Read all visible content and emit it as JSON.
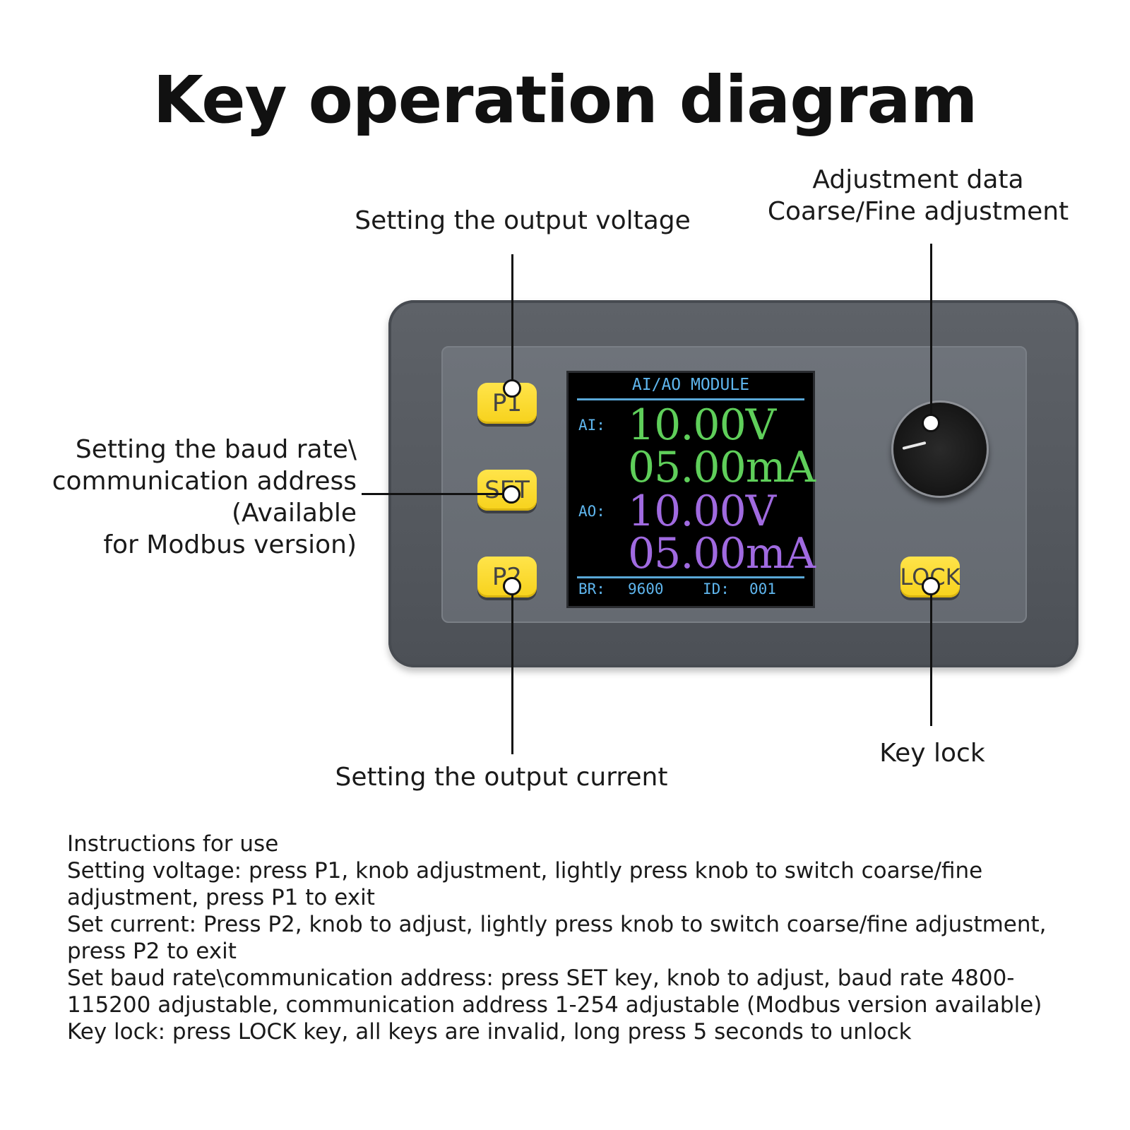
{
  "title": "Key operation diagram",
  "callouts": {
    "voltage": "Setting the output voltage",
    "knob_line1": "Adjustment data",
    "knob_line2": "Coarse/Fine adjustment",
    "set_line1": "Setting the baud rate\\",
    "set_line2": "communication address",
    "set_line3": "(Available",
    "set_line4": "for Modbus version)",
    "current": "Setting the output current",
    "lock": "Key lock"
  },
  "device": {
    "keys": {
      "p1": "P1",
      "set": "SET",
      "p2": "P2",
      "lock": "LOCK"
    },
    "screen": {
      "header": "AI/AO MODULE",
      "ai_label": "AI:",
      "ai_voltage": "10.00V",
      "ai_current": "05.00mA",
      "ao_label": "AO:",
      "ao_voltage": "10.00V",
      "ao_current": "05.00mA",
      "br_label": "BR:",
      "br_value": "9600",
      "id_label": "ID:",
      "id_value": "001"
    }
  },
  "instructions": {
    "heading": "Instructions for use",
    "voltage": "Setting voltage: press P1, knob adjustment, lightly press knob to switch coarse/fine adjustment, press P1 to exit",
    "current": "Set current: Press P2, knob to adjust, lightly press knob to switch coarse/fine adjustment, press P2 to exit",
    "baud": "Set baud rate\\communication address: press SET key, knob to adjust, baud rate 4800-115200 adjustable, communication address 1-254 adjustable (Modbus version available)",
    "lock": "Key lock: press LOCK key, all keys are invalid, long press 5 seconds to unlock"
  },
  "colors": {
    "key_yellow": "#f7d21c",
    "lcd_green": "#5fcf5a",
    "lcd_purple": "#a06ae0",
    "lcd_blue": "#5fb6ee"
  }
}
